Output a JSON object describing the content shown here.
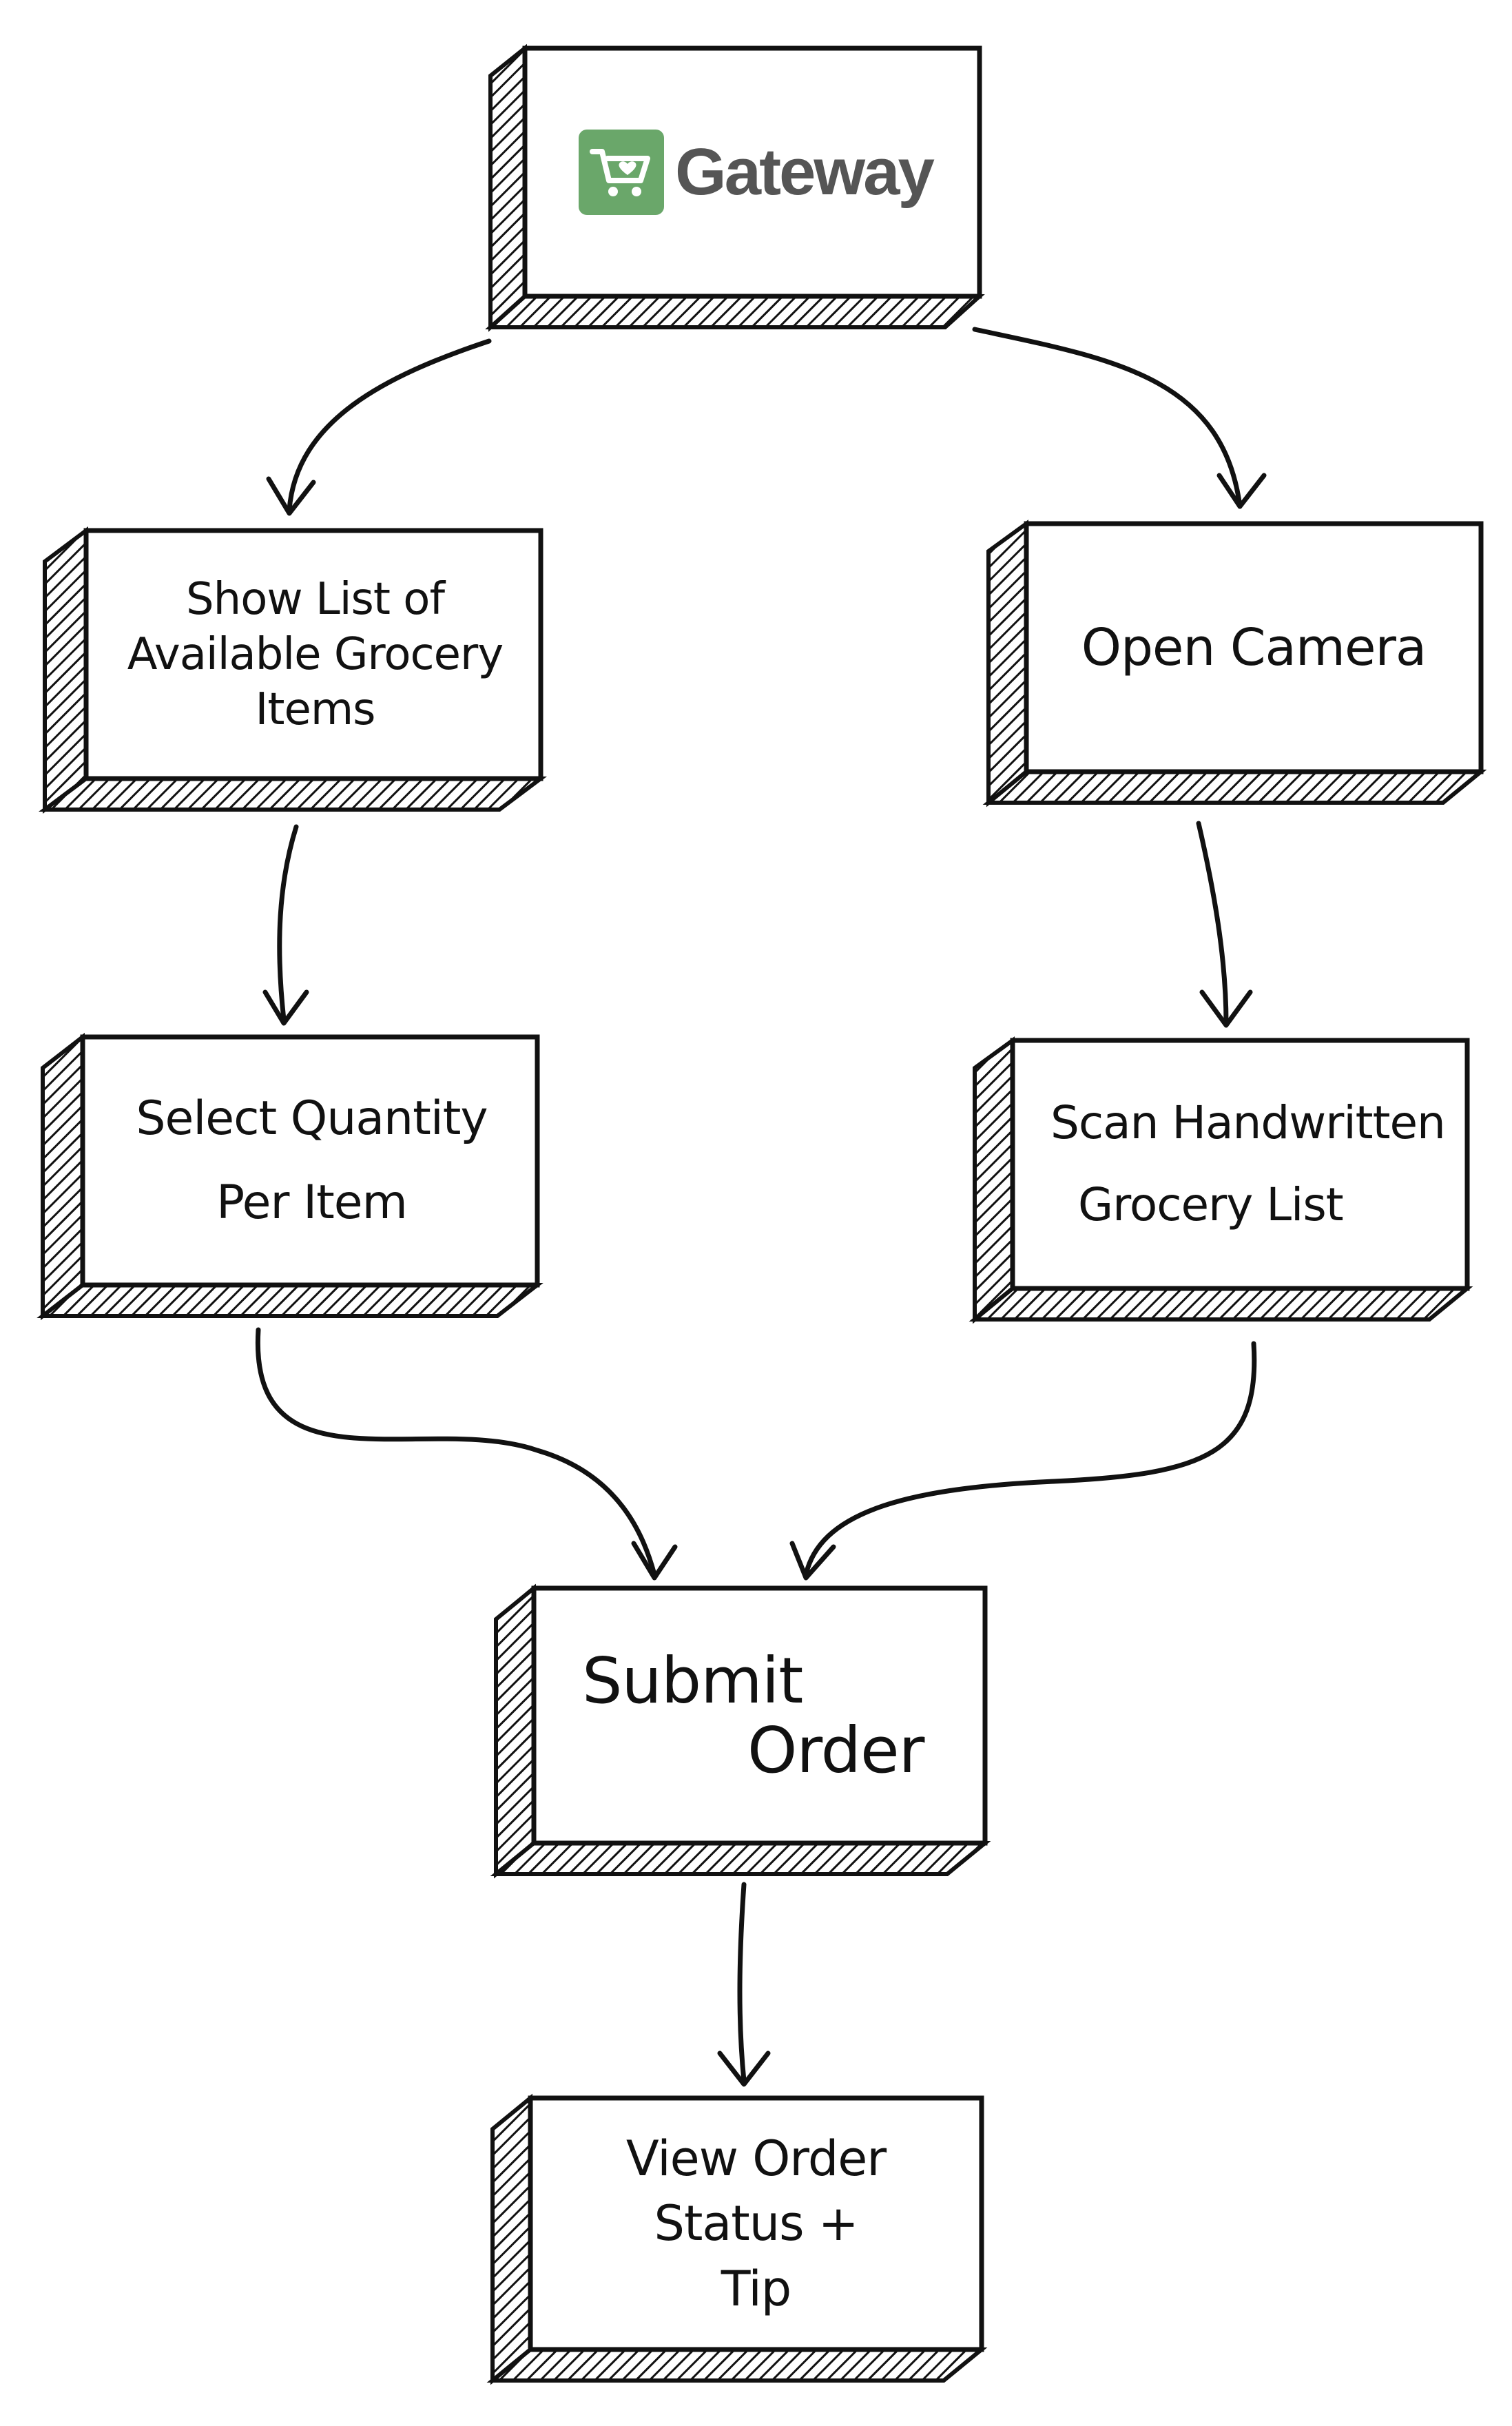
{
  "colors": {
    "ink": "#111111",
    "brand_green": "#6aa76a",
    "brand_text": "#555555"
  },
  "logo": {
    "name": "Gateway",
    "icon": "shopping-cart-heart-icon"
  },
  "nodes": {
    "show_list": [
      "Show List of",
      "Available Grocery",
      "Items"
    ],
    "open_camera": [
      "Open Camera"
    ],
    "select_quantity": [
      "Select Quantity",
      "Per Item"
    ],
    "scan_list": [
      "Scan Handwritten",
      "Grocery List"
    ],
    "submit_order": [
      "Submit",
      "Order"
    ],
    "view_status": [
      "View Order",
      "Status +",
      "Tip"
    ]
  }
}
